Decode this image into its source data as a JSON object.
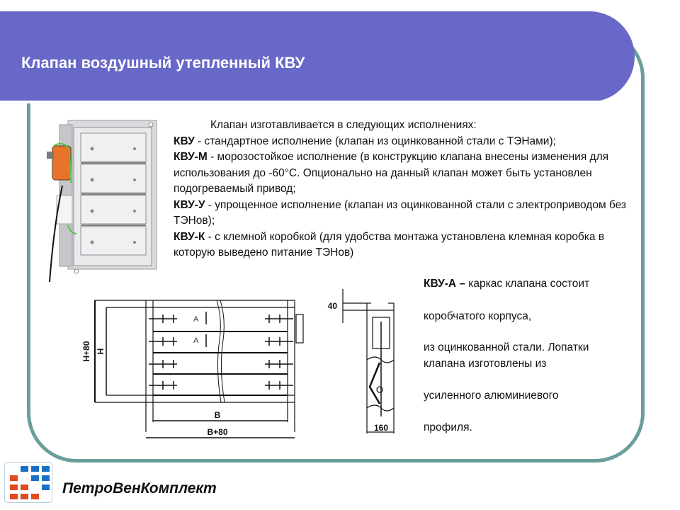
{
  "header": {
    "title": "Клапан воздушный утепленный КВУ",
    "bar_color": "#6868c8",
    "frame_color": "#6a9e9a"
  },
  "intro": {
    "lead": "Клапан изготавливается в следующих исполнениях:",
    "items": [
      {
        "code": "КВУ",
        "text": " - стандартное исполнение (клапан из оцинкованной стали с ТЭНами);"
      },
      {
        "code": "КВУ-М",
        "text": " - морозостойкое исполнение (в конструкцию клапана внесены изменения для использования до -60°С. Опционально на данный клапан может быть установлен подогреваемый привод;"
      },
      {
        "code": "КВУ-У",
        "text": " - упрощенное исполнение (клапан из оцинкованной стали с электроприводом без ТЭНов);"
      },
      {
        "code": "КВУ-К",
        "text": " - с клемной коробкой (для удобства монтажа установлена клемная коробка в которую выведено питание ТЭНов)"
      }
    ]
  },
  "kvua": {
    "code": "КВУ-А –",
    "lines": [
      " каркас клапана состоит",
      "коробчатого корпуса,",
      "из оцинкованной стали. Лопатки",
      "клапана изготовлены из",
      "усиленного алюминиевого",
      "профиля."
    ]
  },
  "drawing": {
    "front": {
      "labels": {
        "height_outer": "H+80",
        "height_inner": "H",
        "width_inner": "B",
        "width_outer": "B+80",
        "section_a1": "A",
        "section_a2": "A"
      }
    },
    "side": {
      "labels": {
        "top_dim": "40",
        "bottom_dim": "160"
      }
    }
  },
  "photo": {
    "alt": "valve-photo"
  },
  "footer": {
    "company": "ПетроВенКомплект",
    "logo_colors": {
      "blue": "#1a6fc8",
      "red": "#e04a1e"
    }
  }
}
